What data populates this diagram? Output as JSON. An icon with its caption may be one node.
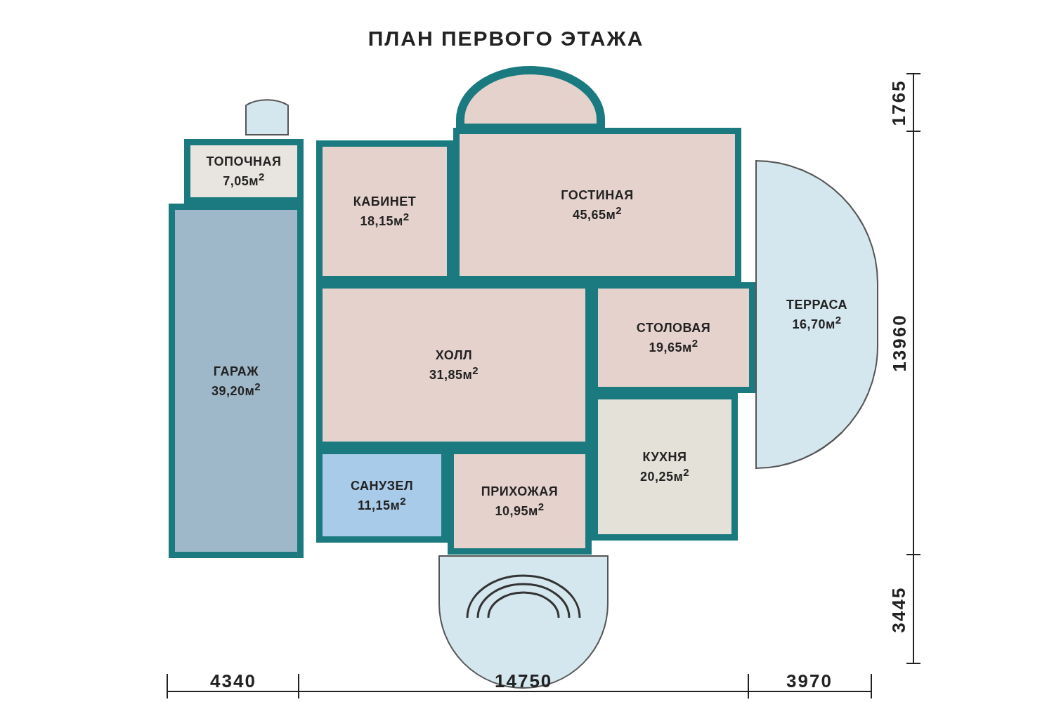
{
  "diagram": {
    "title": "ПЛАН ПЕРВОГО ЭТАЖА",
    "nodes": [
      {
        "text": [
          "ТОПОЧНАЯ",
          "7,05м$^{2}$"
        ]
      },
      {
        "text": [
          "КАБИНЕТ",
          "18,15м$^{2}$"
        ]
      },
      {
        "text": [
          "ГОСТИНАЯ",
          "45,65м$^{2}$"
        ]
      },
      {
        "text": [
          "ГАРАЖ",
          "39,20м$^{2}$"
        ]
      },
      {
        "text": [
          "ХОЛЛ",
          "31,85м$^{2}$"
        ]
      },
      {
        "text": [
          "СТОЛОВАЯ",
          "19,65м$^{2}$"
        ]
      },
      {
        "text": [
          "ТЕРРАСА",
          "16,70м$^{2}$"
        ]
      },
      {
        "text": [
          "КУХНЯ",
          "20,25м$^{2}$"
        ]
      },
      {
        "text": [
          "САНУЗЕЛ",
          "11,15м$^{2}$"
        ]
      },
      {
        "text": [
          "ПРИХОЖАЯ",
          "10,95м$^{2}$"
        ]
      }
    ],
    "labels": [
      "1765",
      "13960",
      "3445",
      "4340",
      "14750",
      "3970"
    ]
  }
}
